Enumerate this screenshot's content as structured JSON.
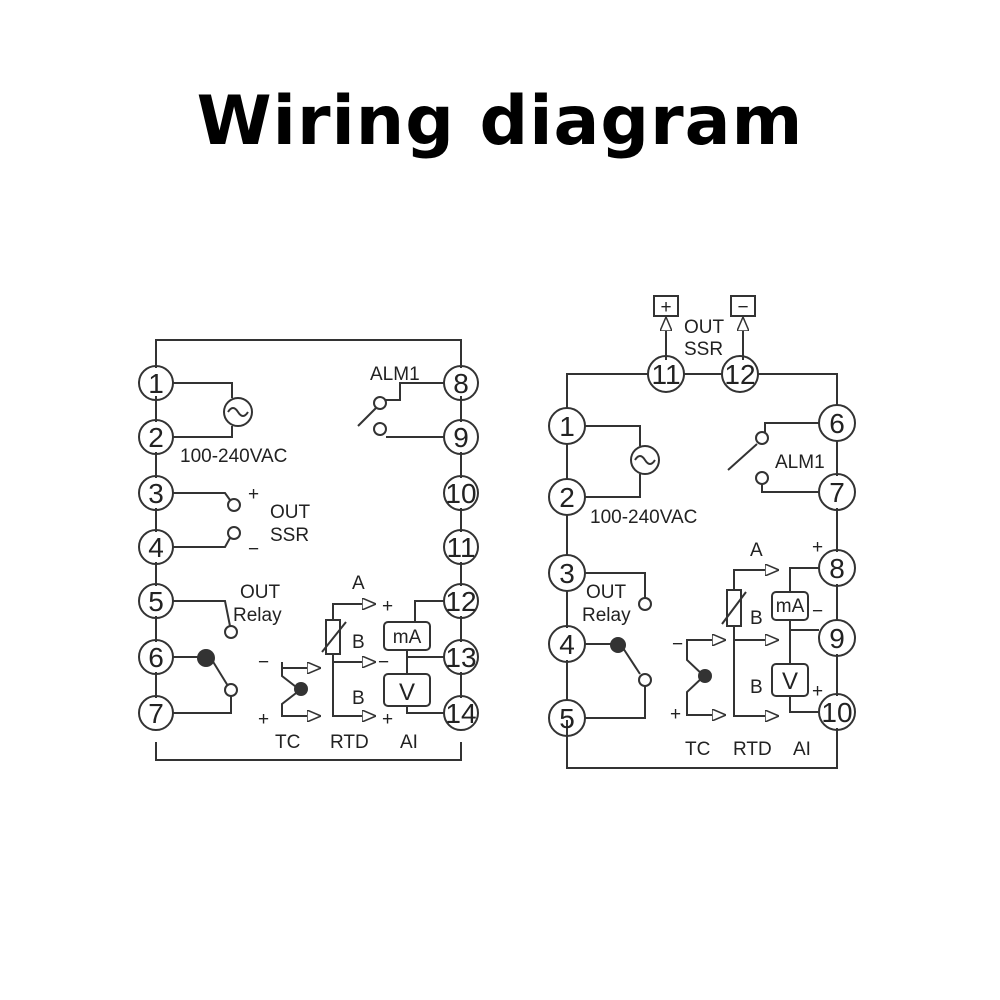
{
  "title": "Wiring diagram",
  "left_diagram": {
    "terminals": [
      "1",
      "2",
      "3",
      "4",
      "5",
      "6",
      "7",
      "8",
      "9",
      "10",
      "11",
      "12",
      "13",
      "14"
    ],
    "power_label": "100-240VAC",
    "alarm_label": "ALM1",
    "ssr_out": "OUT",
    "ssr_label": "SSR",
    "relay_out": "OUT",
    "relay_label": "Relay",
    "plus": "+",
    "minus": "−",
    "ma_label": "mA",
    "v_label": "V",
    "a_label": "A",
    "b_label": "B",
    "tc_label": "TC",
    "rtd_label": "RTD",
    "ai_label": "AI"
  },
  "right_diagram": {
    "terminals": [
      "1",
      "2",
      "3",
      "4",
      "5",
      "6",
      "7",
      "8",
      "9",
      "10",
      "11",
      "12"
    ],
    "power_label": "100-240VAC",
    "alarm_label": "ALM1",
    "ssr_out": "OUT",
    "ssr_label": "SSR",
    "relay_out": "OUT",
    "relay_label": "Relay",
    "plus": "+",
    "minus": "−",
    "ma_label": "mA",
    "v_label": "V",
    "a_label": "A",
    "b_label": "B",
    "tc_label": "TC",
    "rtd_label": "RTD",
    "ai_label": "AI"
  }
}
